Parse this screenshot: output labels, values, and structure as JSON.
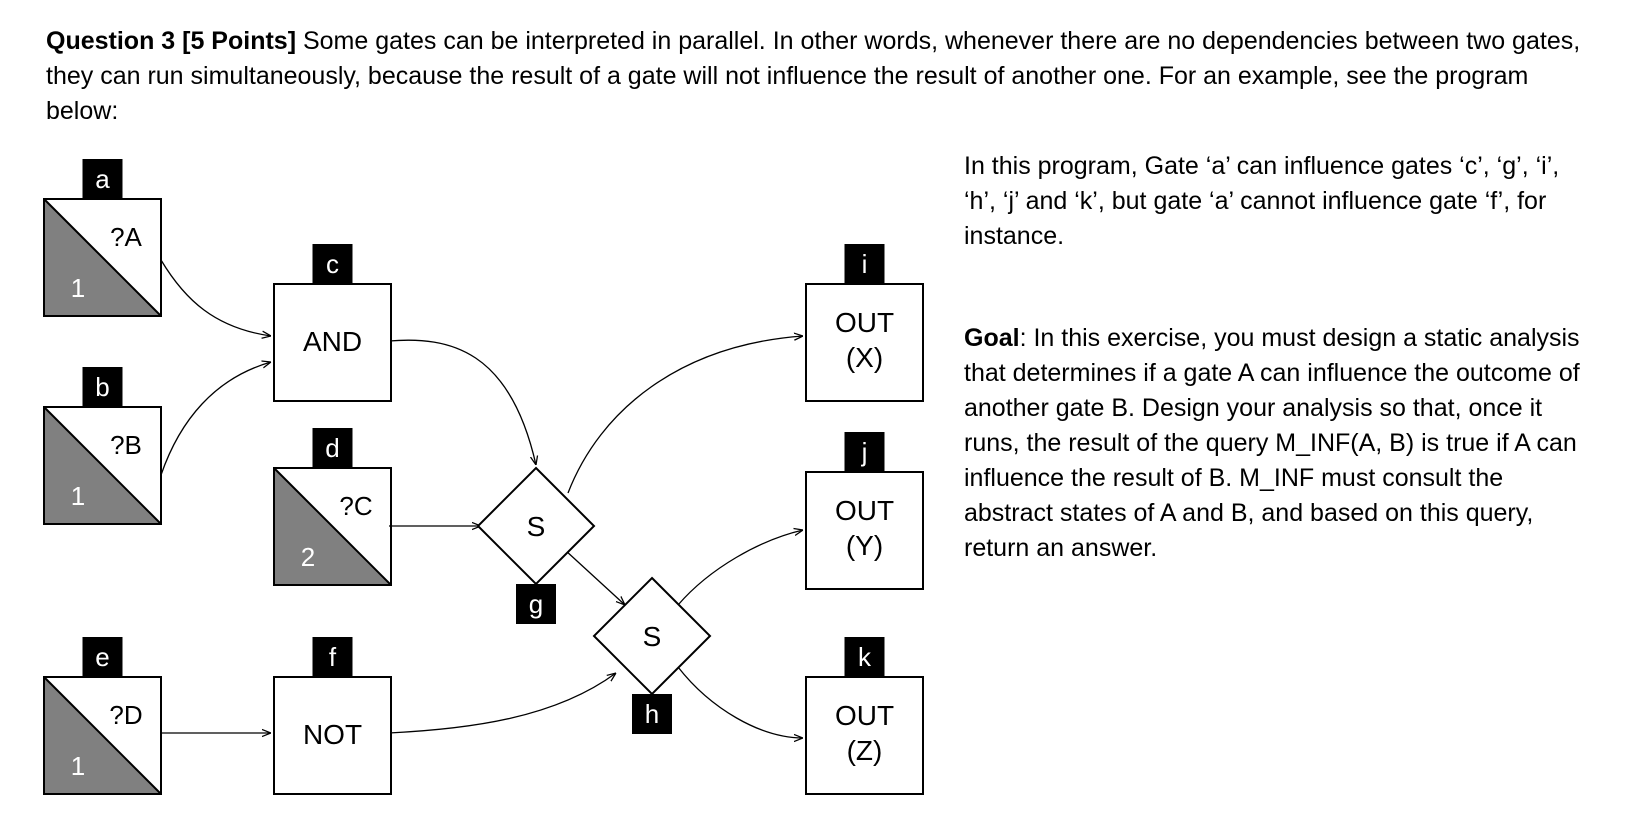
{
  "question": {
    "heading": "Question 3 [5 Points]",
    "intro": " Some gates can be interpreted in parallel. In other words, whenever there are no dependencies between two gates, they can run simultaneously, because the result of a gate will not influence the result of another one. For an example, see the program below:"
  },
  "diagram": {
    "inputs": [
      {
        "tag": "a",
        "var": "?A",
        "num": "1"
      },
      {
        "tag": "b",
        "var": "?B",
        "num": "1"
      },
      {
        "tag": "d",
        "var": "?C",
        "num": "2"
      },
      {
        "tag": "e",
        "var": "?D",
        "num": "1"
      }
    ],
    "ops": [
      {
        "tag": "c",
        "label": "AND"
      },
      {
        "tag": "f",
        "label": "NOT"
      }
    ],
    "selectors": [
      {
        "tag": "g",
        "label": "S"
      },
      {
        "tag": "h",
        "label": "S"
      }
    ],
    "outputs": [
      {
        "tag": "i",
        "label1": "OUT",
        "label2": "(X)"
      },
      {
        "tag": "j",
        "label1": "OUT",
        "label2": "(Y)"
      },
      {
        "tag": "k",
        "label1": "OUT",
        "label2": "(Z)"
      }
    ]
  },
  "explanation": {
    "example": "In this program, Gate ‘a’ can influence gates ‘c’, ‘g’, ‘i’, ‘h’, ‘j’ and ‘k’, but gate ‘a’ cannot influence gate ‘f’, for instance.",
    "goal_label": "Goal",
    "goal_text": ": In this exercise, you must design a static analysis that determines if a gate A can influence the outcome of another gate B. Design your analysis so that, once it runs, the result of the query M_INF(A, B) is true if A can influence the result of B. M_INF must consult the abstract states of A and B, and based on this query, return an answer."
  }
}
